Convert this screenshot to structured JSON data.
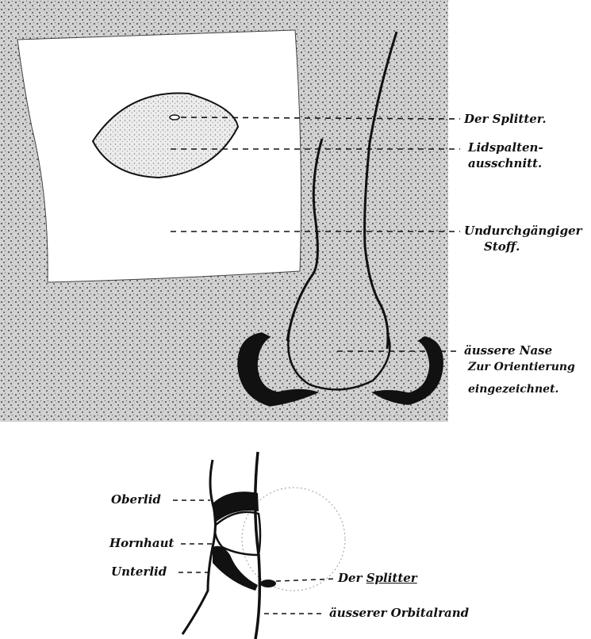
{
  "top_figure": {
    "labels": {
      "splitter": "Der Splitter.",
      "lidspalten_1": "Lidspalten-",
      "lidspalten_2": "ausschnitt.",
      "stoff_1": "Undurchgängiger",
      "stoff_2": "Stoff.",
      "nase_1": "äussere Nase",
      "nase_2": "Zur Orientierung",
      "nase_3": "eingezeichnet."
    }
  },
  "bottom_figure": {
    "labels": {
      "oberlid": "Oberlid",
      "hornhaut": "Hornhaut",
      "unterlid": "Unterlid",
      "der": "Der ",
      "splitter": "Splitter",
      "orbitalrand": "äusserer Orbitalrand"
    }
  },
  "colors": {
    "ink": "#111111",
    "paper": "#ffffff",
    "shade": "#8a8a8a"
  }
}
